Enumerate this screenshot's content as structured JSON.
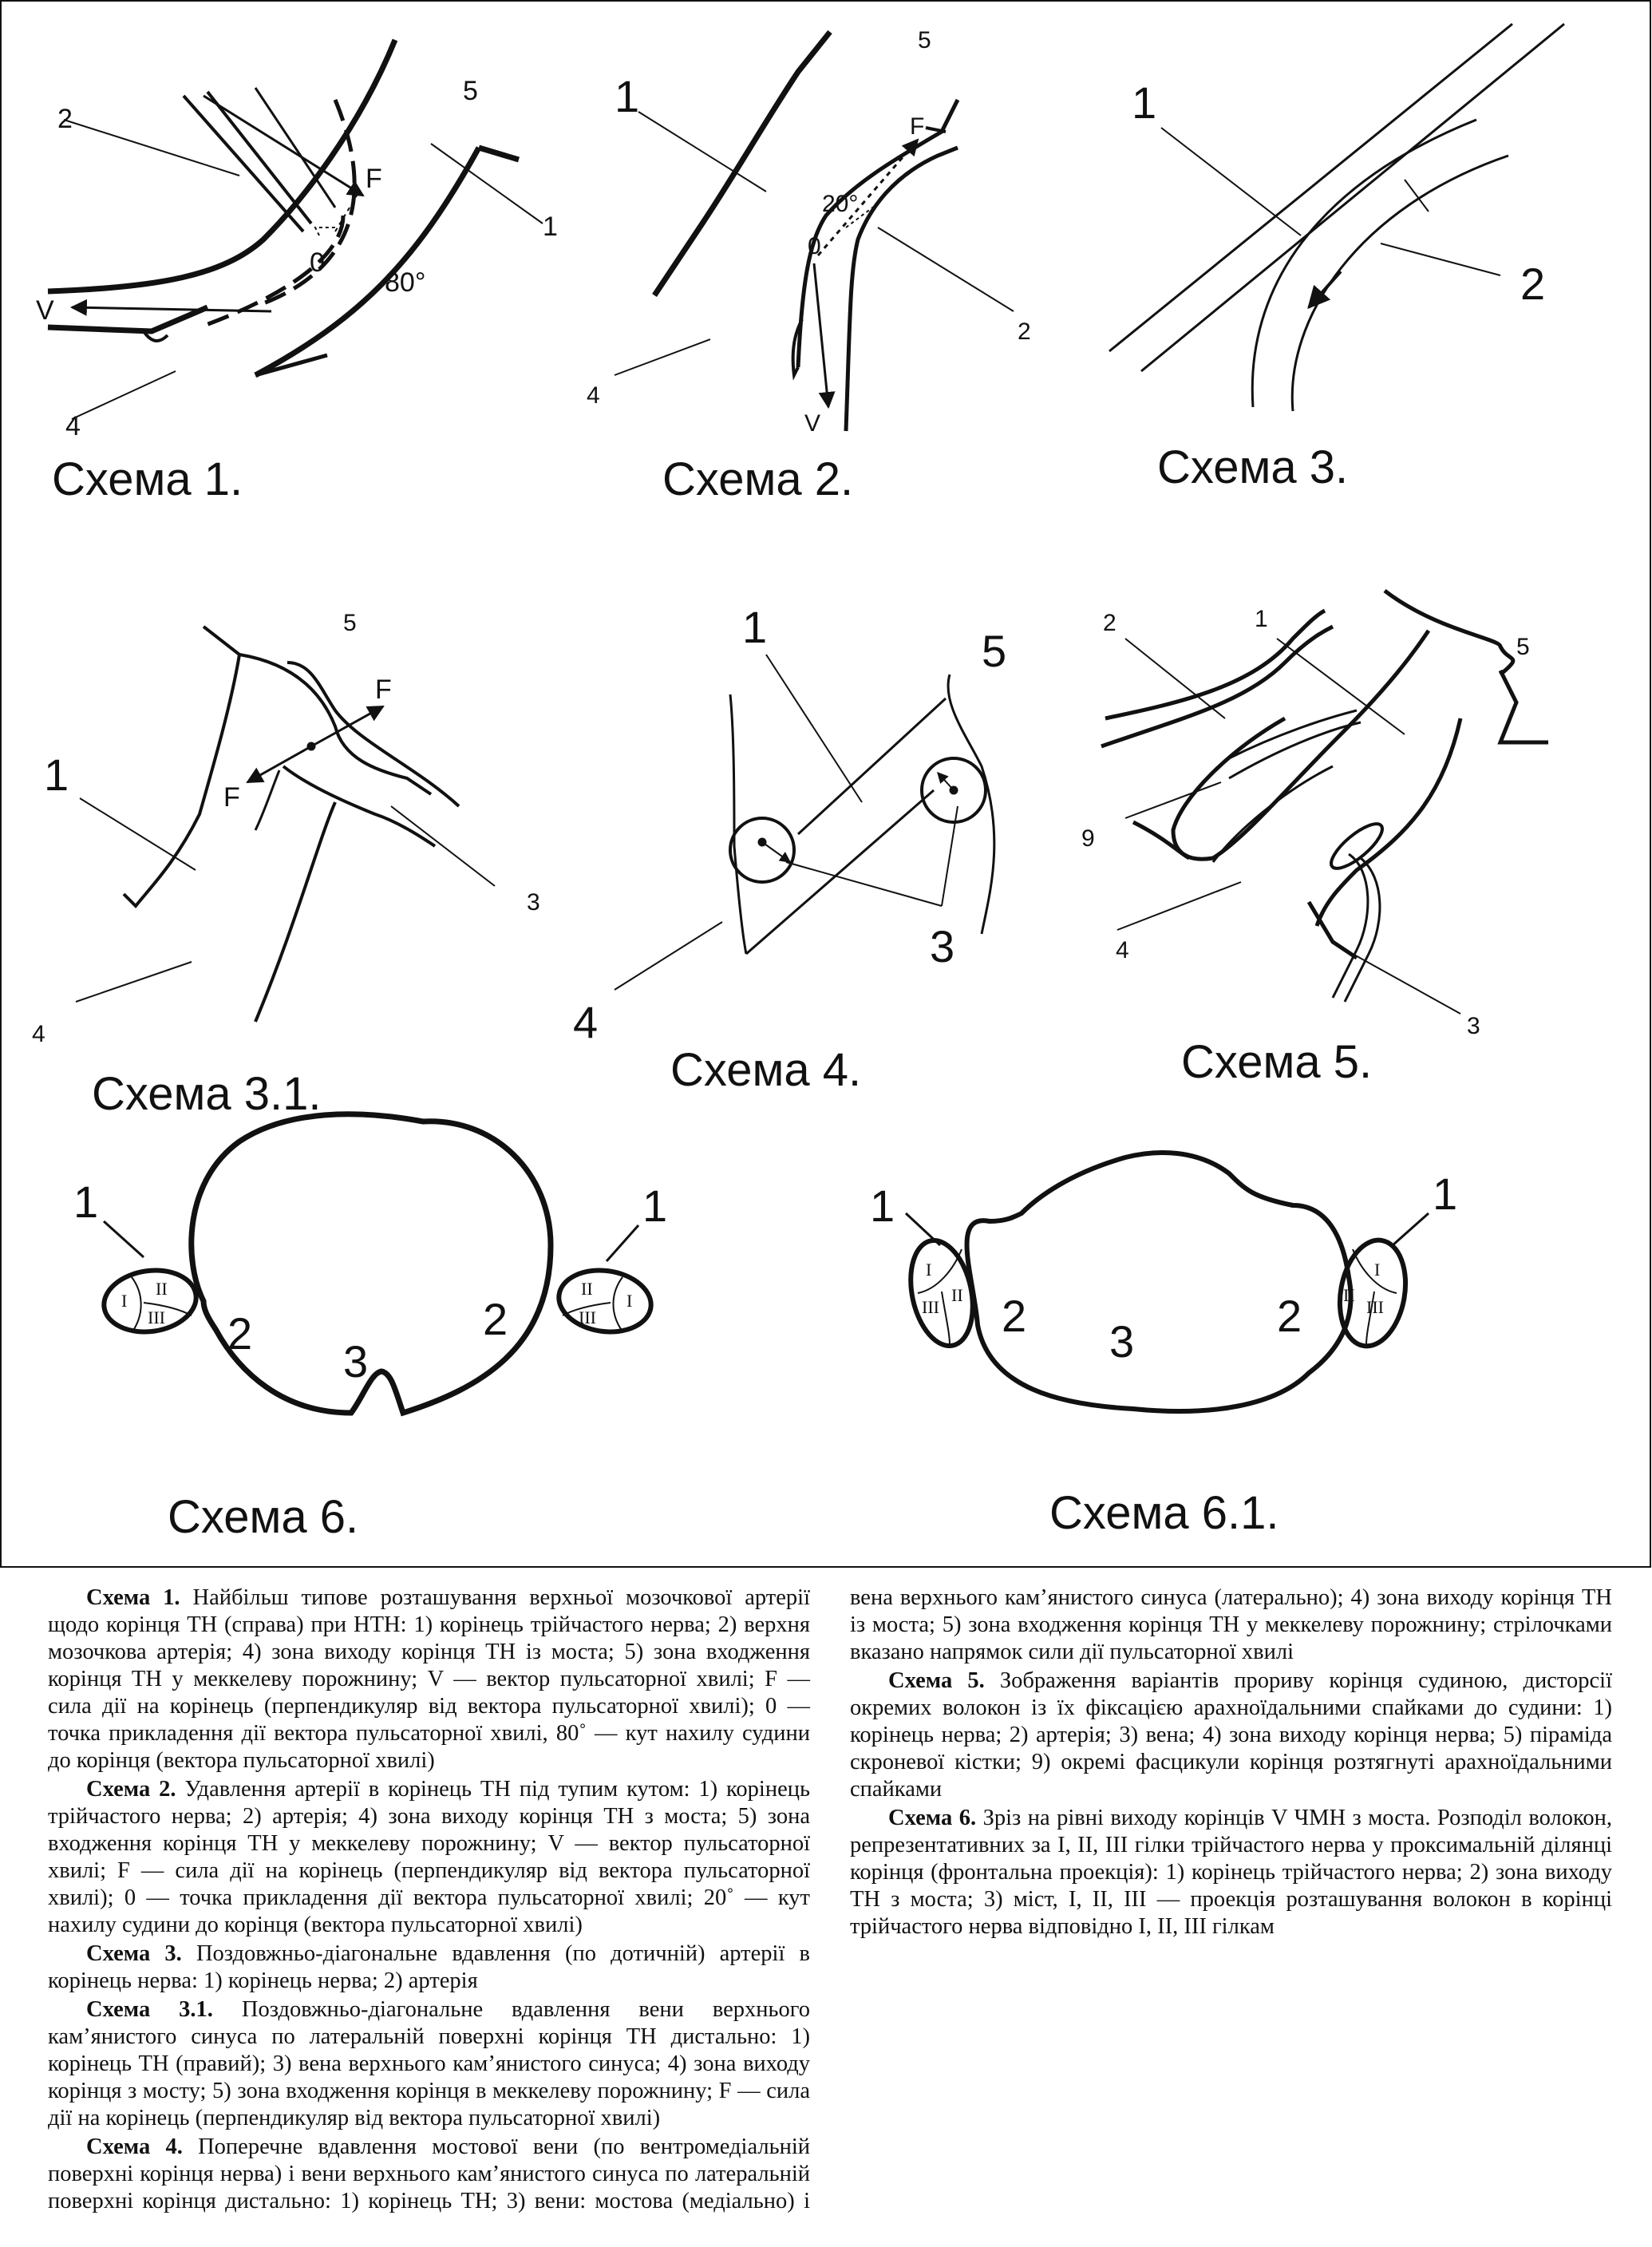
{
  "schemes": [
    {
      "title": "Схема 1.",
      "labels": [
        "1",
        "2",
        "4",
        "5",
        "0",
        "80°",
        "V",
        "F"
      ]
    },
    {
      "title": "Схема 2.",
      "labels": [
        "1",
        "2",
        "4",
        "5",
        "0",
        "20°",
        "V",
        "F"
      ]
    },
    {
      "title": "Схема 3.",
      "labels": [
        "1",
        "2"
      ]
    },
    {
      "title": "Схема 3.1.",
      "labels": [
        "1",
        "3",
        "4",
        "5",
        "F",
        "F"
      ]
    },
    {
      "title": "Схема 4.",
      "labels": [
        "1",
        "3",
        "4",
        "5"
      ]
    },
    {
      "title": "Схема 5.",
      "labels": [
        "1",
        "2",
        "3",
        "4",
        "5",
        "9"
      ]
    },
    {
      "title": "Схема 6.",
      "labels": [
        "1",
        "1",
        "2",
        "2",
        "3",
        "I",
        "II",
        "III",
        "I",
        "II",
        "III"
      ]
    },
    {
      "title": "Схема 6.1.",
      "labels": [
        "1",
        "1",
        "2",
        "2",
        "3",
        "I",
        "II",
        "III",
        "I",
        "II",
        "III"
      ]
    }
  ],
  "captions": [
    {
      "title": "Схема 1.",
      "text": " Найбільш типове розташування верхньої мозочкової артерії щодо корінця ТН (справа) при НТН: 1) корінець трійчастого нерва; 2) верхня мозочкова артерія; 4) зона виходу корінця ТН із моста; 5) зона входження корінця ТН у меккелеву порожнину; V — вектор пульсаторної хвилі; F — сила дії на корінець (перпендикуляр від вектора пульсаторної хвилі); 0 — точка прикладення дії вектора пульсаторної хвилі, 80˚ — кут нахилу судини до корінця (вектора пульсаторної хвилі)"
    },
    {
      "title": "Схема 2.",
      "text": " Удавлення артерії в корінець ТН під тупим кутом: 1) корінець трійчастого нерва; 2) артерія; 4) зона виходу корінця ТН з моста; 5) зона входження корінця ТН у меккелеву порожнину; V — вектор пульсаторної хвилі; F — сила дії на корінець (перпендикуляр від вектора пульсаторної хвилі); 0 — точка прикладення дії вектора пульсаторної хвилі; 20˚ — кут нахилу судини до корінця (вектора пульсаторної хвилі)"
    },
    {
      "title": "Схема 3.",
      "text": " Поздовжньо-діагональне вдавлення (по дотичній) артерії в корінець нерва: 1) корінець нерва; 2) артерія"
    },
    {
      "title": "Схема 3.1.",
      "text": " Поздовжньо-діагональне вдавлення вени верхнього кам’янистого синуса по латеральній поверхні корінця ТН дистально: 1) корінець ТН (правий); 3) вена верхнього кам’янистого синуса; 4) зона виходу корінця з мосту; 5) зона входження корінця в меккелеву порожнину; F — сила дії на корінець (перпендикуляр від вектора пульсаторної хвилі)"
    },
    {
      "title": "Схема 4.",
      "text": " Поперечне вдавлення мостової вени (по вентромедіальній поверхні корінця нерва) і вени верхнього кам’янистого синуса по латеральній поверхні корінця дистально: 1) корінець ТН; 3) вени: мостова (медіально) і вена верхнього кам’янистого синуса (латерально); 4) зона виходу корінця ТН із моста; 5) зона входження корінця ТН у меккелеву порожнину; стрілочками вказано напрямок сили дії пульсаторної хвилі"
    },
    {
      "title": "Схема 5.",
      "text": " Зображення варіантів прориву корінця судиною, дисторсії окремих волокон із їх фіксацією арахноїдальними спайками до судини: 1) корінець нерва; 2) артерія; 3) вена; 4) зона виходу корінця нерва; 5) піраміда скроневої кістки; 9) окремі фасцикули корінця розтягнуті арахноїдальними спайками"
    },
    {
      "title": "Схема 6.",
      "text": " Зріз на рівні виходу корінців V ЧМН з моста. Розподіл волокон, репрезентативних за I, II, III гілки трійчастого нерва у проксимальній ділянці корінця (фронтальна проекція): 1) корінець трійчастого нерва; 2) зона виходу ТН з моста; 3) міст, I, II, III — проекція розташування волокон в корінці трійчастого нерва відповідно I, II, III гілкам"
    }
  ]
}
